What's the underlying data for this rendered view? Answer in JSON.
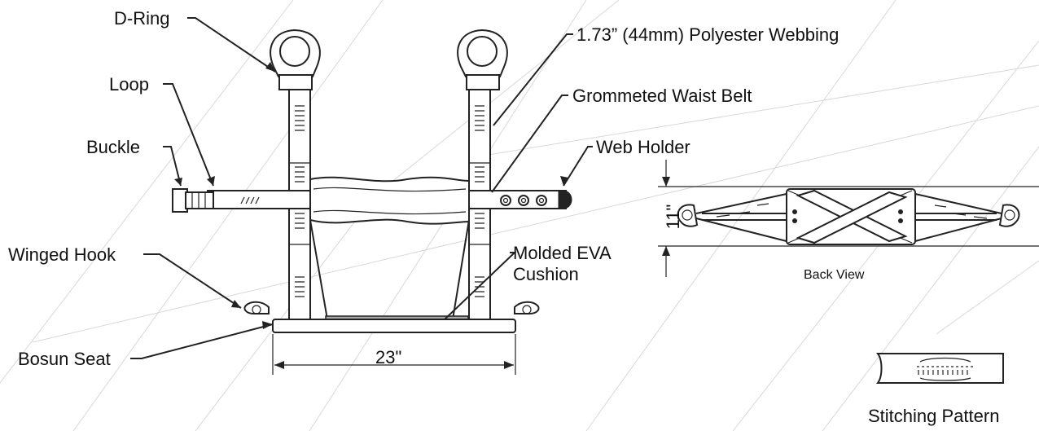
{
  "labels": {
    "d_ring": "D-Ring",
    "loop": "Loop",
    "buckle": "Buckle",
    "winged_hook": "Winged Hook",
    "bosun_seat": "Bosun Seat",
    "webbing": "1.73” (44mm) Polyester Webbing",
    "waist_belt": "Grommeted Waist Belt",
    "web_holder": "Web Holder",
    "cushion_line1": "Molded EVA",
    "cushion_line2": "Cushion",
    "width_dim": "23\"",
    "height_dim": "11\"",
    "back_view": "Back View",
    "stitching_pattern": "Stitching Pattern"
  }
}
